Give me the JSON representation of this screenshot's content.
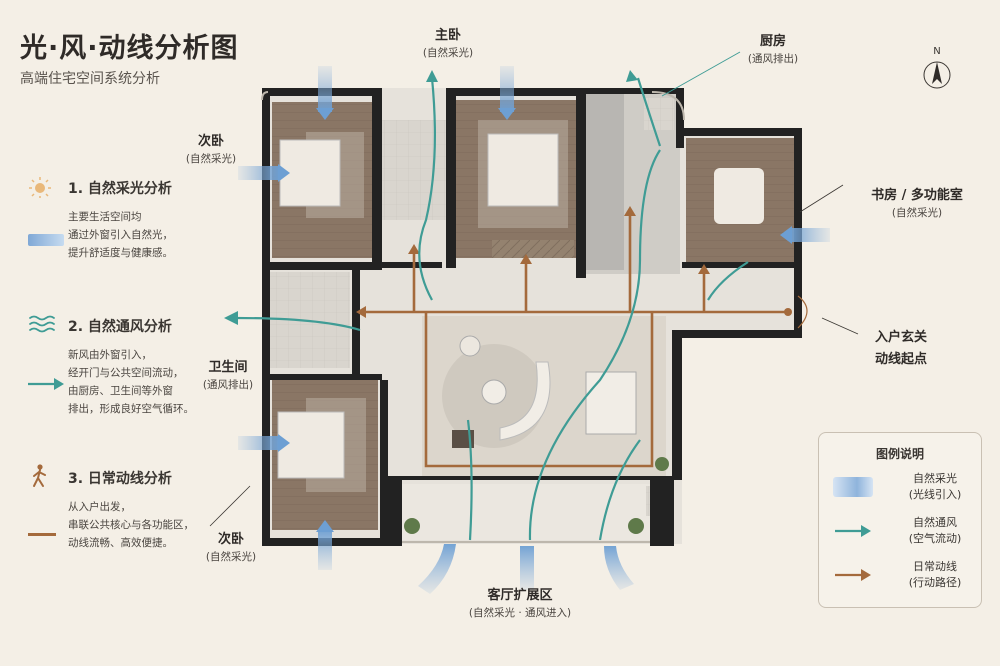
{
  "header": {
    "title": "光·风·动线分析图",
    "subtitle": "高端住宅空间系统分析"
  },
  "sections": [
    {
      "heading": "1. 自然采光分析",
      "lines": [
        "主要生活空间均",
        "通过外窗引入自然光，",
        "提升舒适度与健康感。"
      ],
      "icon": "sun-icon"
    },
    {
      "heading": "2. 自然通风分析",
      "lines": [
        "新风由外窗引入，",
        "经开门与公共空间流动，",
        "由厨房、卫生间等外窗",
        "排出，形成良好空气循环。"
      ],
      "icon": "wind-icon"
    },
    {
      "heading": "3. 日常动线分析",
      "lines": [
        "从入户出发，",
        "串联公共核心与各功能区，",
        "动线流畅、高效便捷。"
      ],
      "icon": "walking-person-icon"
    }
  ],
  "rooms": {
    "master_bedroom": {
      "name": "主卧",
      "note": "(自然采光)"
    },
    "kitchen": {
      "name": "厨房",
      "note": "(通风排出)"
    },
    "second_bedroom_top": {
      "name": "次卧",
      "note": "(自然采光)"
    },
    "study": {
      "name": "书房 / 多功能室",
      "note": "(自然采光)"
    },
    "bathroom": {
      "name": "卫生间",
      "note": "(通风排出)"
    },
    "entry": {
      "name": "入户玄关",
      "note": "动线起点"
    },
    "second_bedroom_bottom": {
      "name": "次卧",
      "note": "(自然采光)"
    },
    "living_extension": {
      "name": "客厅扩展区",
      "note": "(自然采光 · 通风进入)"
    }
  },
  "compass": {
    "label": "N"
  },
  "legend": {
    "title": "图例说明",
    "items": [
      {
        "label": "自然采光",
        "sub": "(光线引入)",
        "kind": "light"
      },
      {
        "label": "自然通风",
        "sub": "(空气流动)",
        "kind": "wind"
      },
      {
        "label": "日常动线",
        "sub": "(行动路径)",
        "kind": "path"
      }
    ]
  },
  "colors": {
    "background": "#f4efe6",
    "wall": "#222222",
    "light": "#8fb4dc",
    "wind": "#3f9c95",
    "path": "#a46a3c",
    "wood_floor": "#8a7665",
    "tile_floor": "#d9d5ce"
  }
}
